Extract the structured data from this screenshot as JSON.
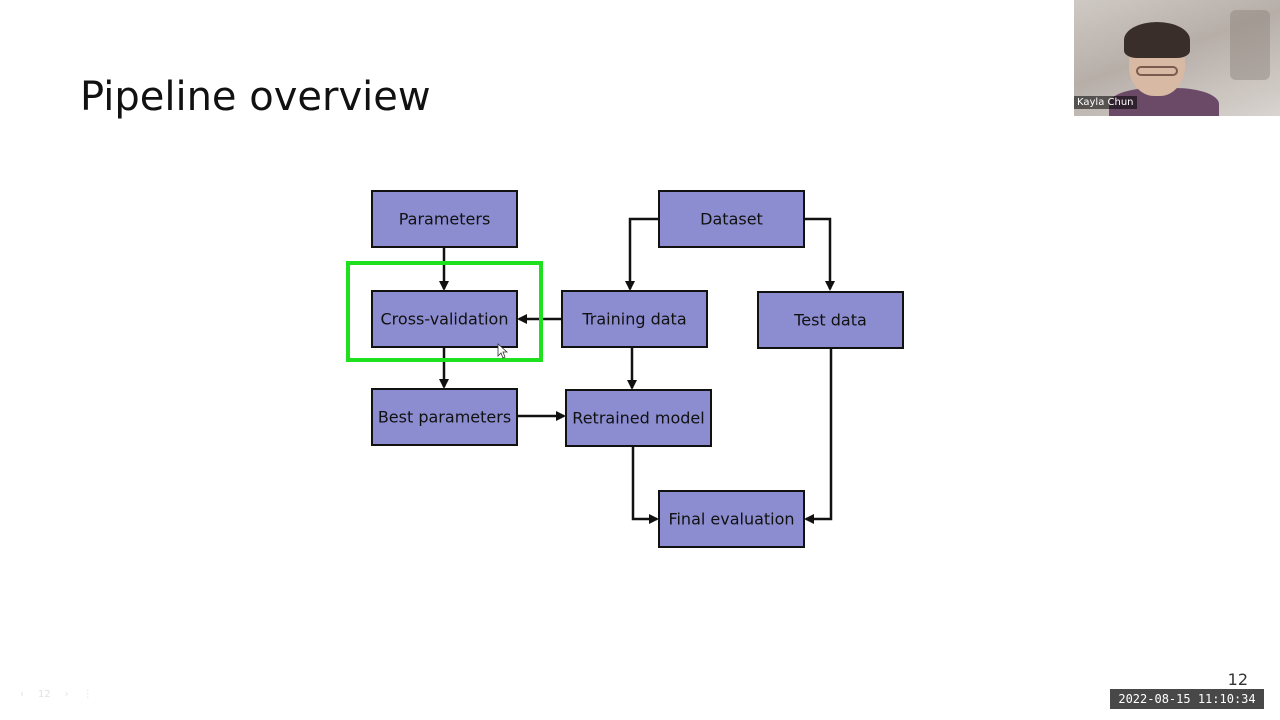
{
  "slide": {
    "title": "Pipeline overview",
    "page_number": "12"
  },
  "diagram": {
    "nodes": {
      "parameters": "Parameters",
      "dataset": "Dataset",
      "cross_validation": "Cross-validation",
      "training_data": "Training data",
      "test_data": "Test data",
      "best_parameters": "Best parameters",
      "retrained_model": "Retrained model",
      "final_evaluation": "Final evaluation"
    },
    "colors": {
      "box_fill": "#8c8cd0",
      "highlight": "#1ee01e"
    }
  },
  "video": {
    "participant_name": "Kayla Chun"
  },
  "recording": {
    "timestamp": "2022-08-15  11:10:34"
  },
  "nav": {
    "prev_icon": "chevron-left-icon",
    "page": "12",
    "next_icon": "chevron-right-icon",
    "more_icon": "more-vertical-icon"
  }
}
